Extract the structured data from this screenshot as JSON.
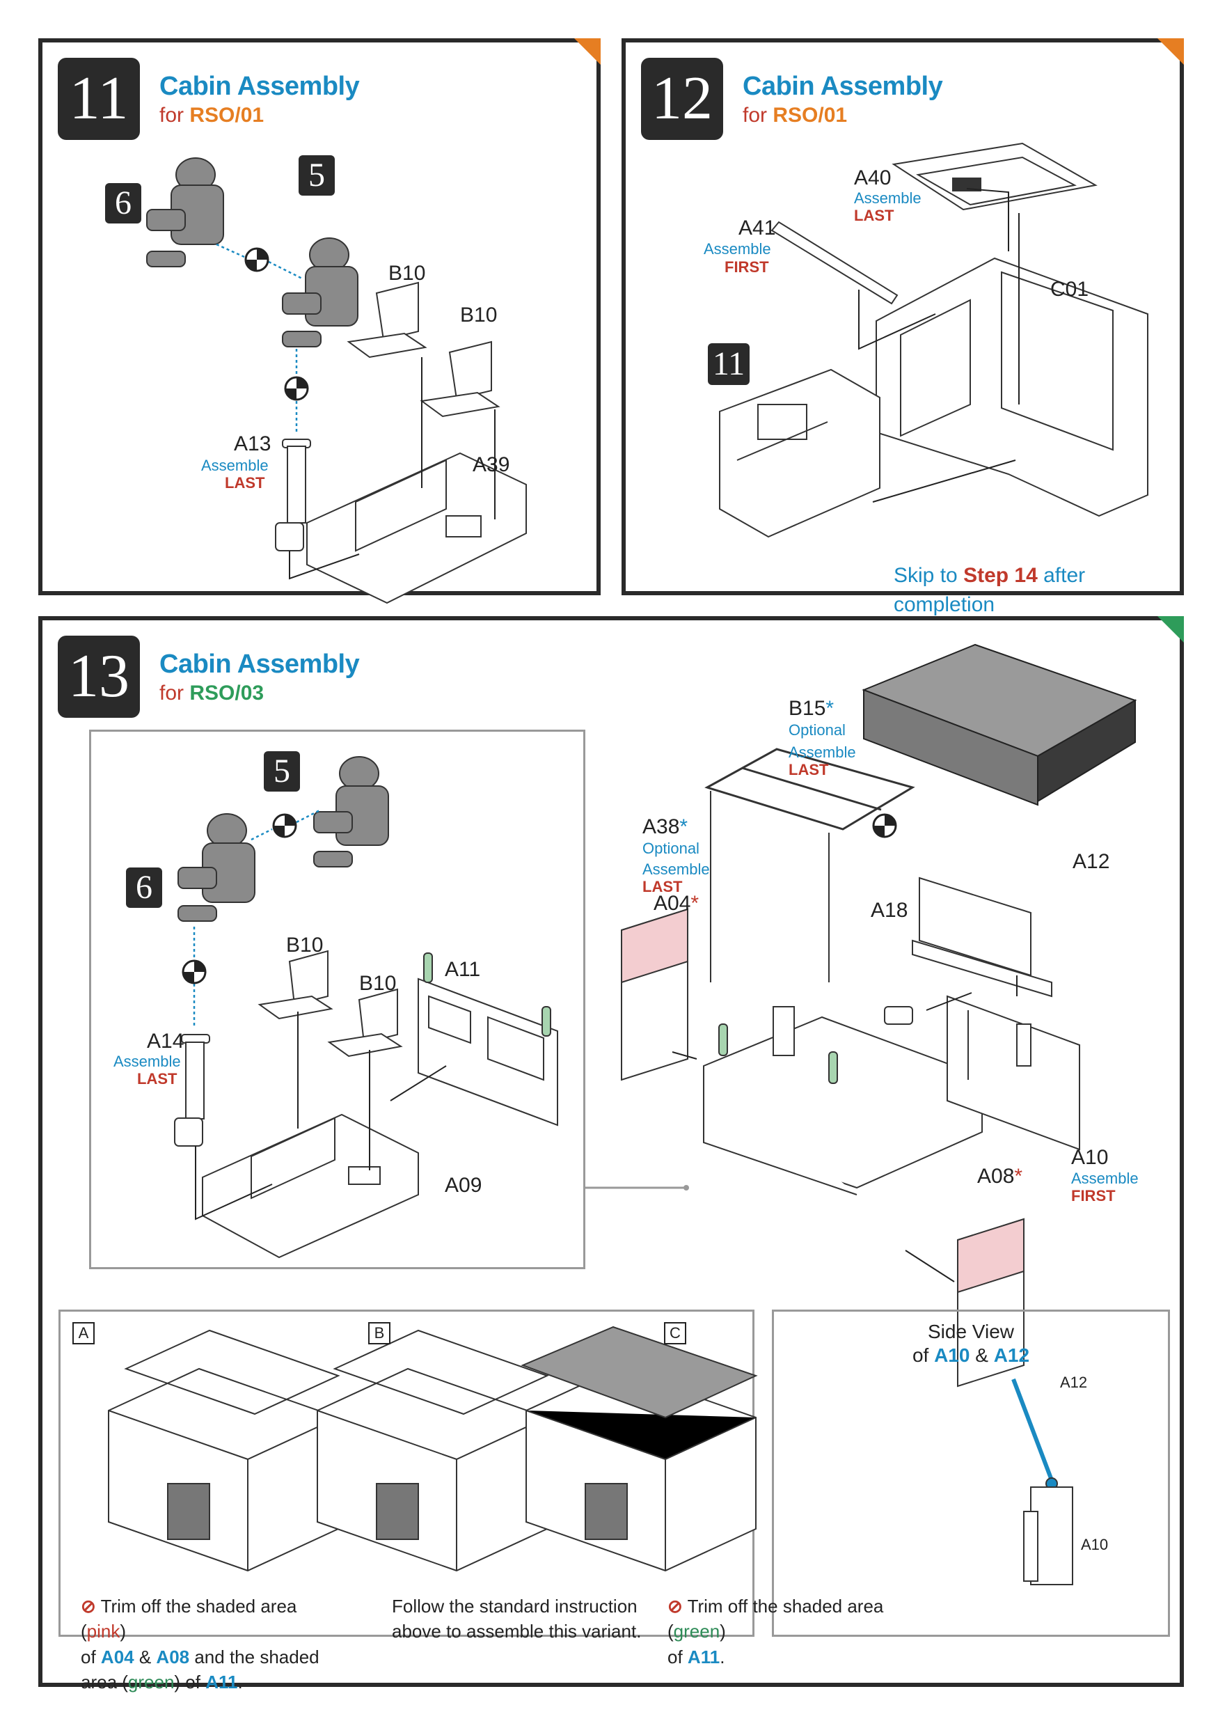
{
  "steps": {
    "s11": {
      "number": "11",
      "title": "Cabin Assembly",
      "for_prefix": "for",
      "variant": "RSO/01",
      "labels": {
        "fig6": "6",
        "fig5": "5",
        "b10a": "B10",
        "b10b": "B10",
        "a13": "A13",
        "a39": "A39"
      },
      "a13_note": {
        "line1": "Assemble",
        "line2": "LAST"
      }
    },
    "s12": {
      "number": "12",
      "title": "Cabin Assembly",
      "for_prefix": "for",
      "variant": "RSO/01",
      "labels": {
        "a40": "A40",
        "a41": "A41",
        "c01": "C01",
        "ref11": "11"
      },
      "a40_note": {
        "line1": "Assemble",
        "line2": "LAST"
      },
      "a41_note": {
        "line1": "Assemble",
        "line2": "FIRST"
      },
      "skip": {
        "pre": "Skip to",
        "step": "Step 14",
        "post": "after completion"
      }
    },
    "s13": {
      "number": "13",
      "title": "Cabin Assembly",
      "for_prefix": "for",
      "variant": "RSO/03",
      "labels": {
        "fig5": "5",
        "fig6": "6",
        "b10a": "B10",
        "b10b": "B10",
        "a11": "A11",
        "a14": "A14",
        "a09": "A09",
        "b15": "B15",
        "a38": "A38",
        "a04": "A04",
        "a18": "A18",
        "a12": "A12",
        "a10": "A10",
        "a08": "A08"
      },
      "a14_note": {
        "line1": "Assemble",
        "line2": "LAST"
      },
      "b15_note": {
        "line1": "Optional",
        "line2": "Assemble",
        "line3": "LAST"
      },
      "a38_note": {
        "line1": "Optional",
        "line2": "Assemble",
        "line3": "LAST"
      },
      "a10_note": {
        "line1": "Assemble",
        "line2": "FIRST"
      },
      "star": "*",
      "variants": {
        "a": {
          "tag": "A",
          "t1": "Trim off the shaded area (",
          "t1c": "pink",
          "t1e": ")",
          "t2a": "of ",
          "t2b": "A04",
          "t2c": " & ",
          "t2d": "A08",
          "t2e": " and the shaded",
          "t3a": "area (",
          "t3b": "green",
          "t3c": ") of ",
          "t3d": "A11",
          "t3e": "."
        },
        "b": {
          "tag": "B",
          "line1": "Follow the standard instruction",
          "line2": "above to assemble this variant."
        },
        "c": {
          "tag": "C",
          "t1": "Trim off the shaded area (",
          "t1c": "green",
          "t1e": ")",
          "t2a": "of ",
          "t2b": "A11",
          "t2c": "."
        }
      },
      "side_view": {
        "line1": "Side View",
        "line2a": "of ",
        "line2b": "A10",
        "line2c": " & ",
        "line2d": "A12",
        "l12": "A12",
        "l10": "A10"
      }
    }
  },
  "colors": {
    "accent_blue": "#1a8ac2",
    "accent_red": "#c0392b",
    "orange": "#e67e22",
    "green": "#2e9c5a"
  }
}
